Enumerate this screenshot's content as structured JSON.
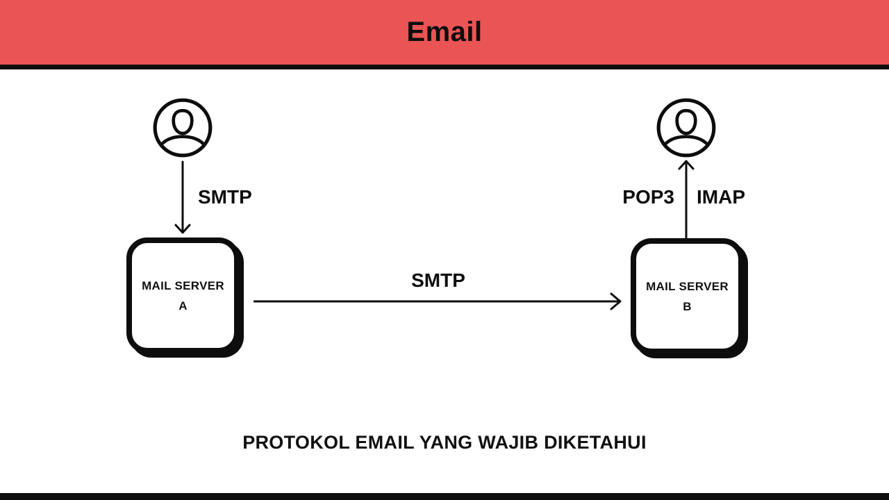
{
  "header": {
    "title": "Email"
  },
  "colors": {
    "accent_red": "#EA5455",
    "ink": "#0D0D0D",
    "background": "#FFFFFF"
  },
  "diagram": {
    "icons": {
      "left": "user-circle-icon",
      "right": "user-circle-icon"
    },
    "label_smtp_send": "SMTP",
    "label_smtp_relay": "SMTP",
    "label_pop3": "POP3",
    "label_imap": "IMAP",
    "server_a": {
      "line1": "MAIL SERVER",
      "line2": "A"
    },
    "server_b": {
      "line1": "MAIL SERVER",
      "line2": "B"
    }
  },
  "caption": "PROTOKOL EMAIL YANG WAJIB DIKETAHUI"
}
